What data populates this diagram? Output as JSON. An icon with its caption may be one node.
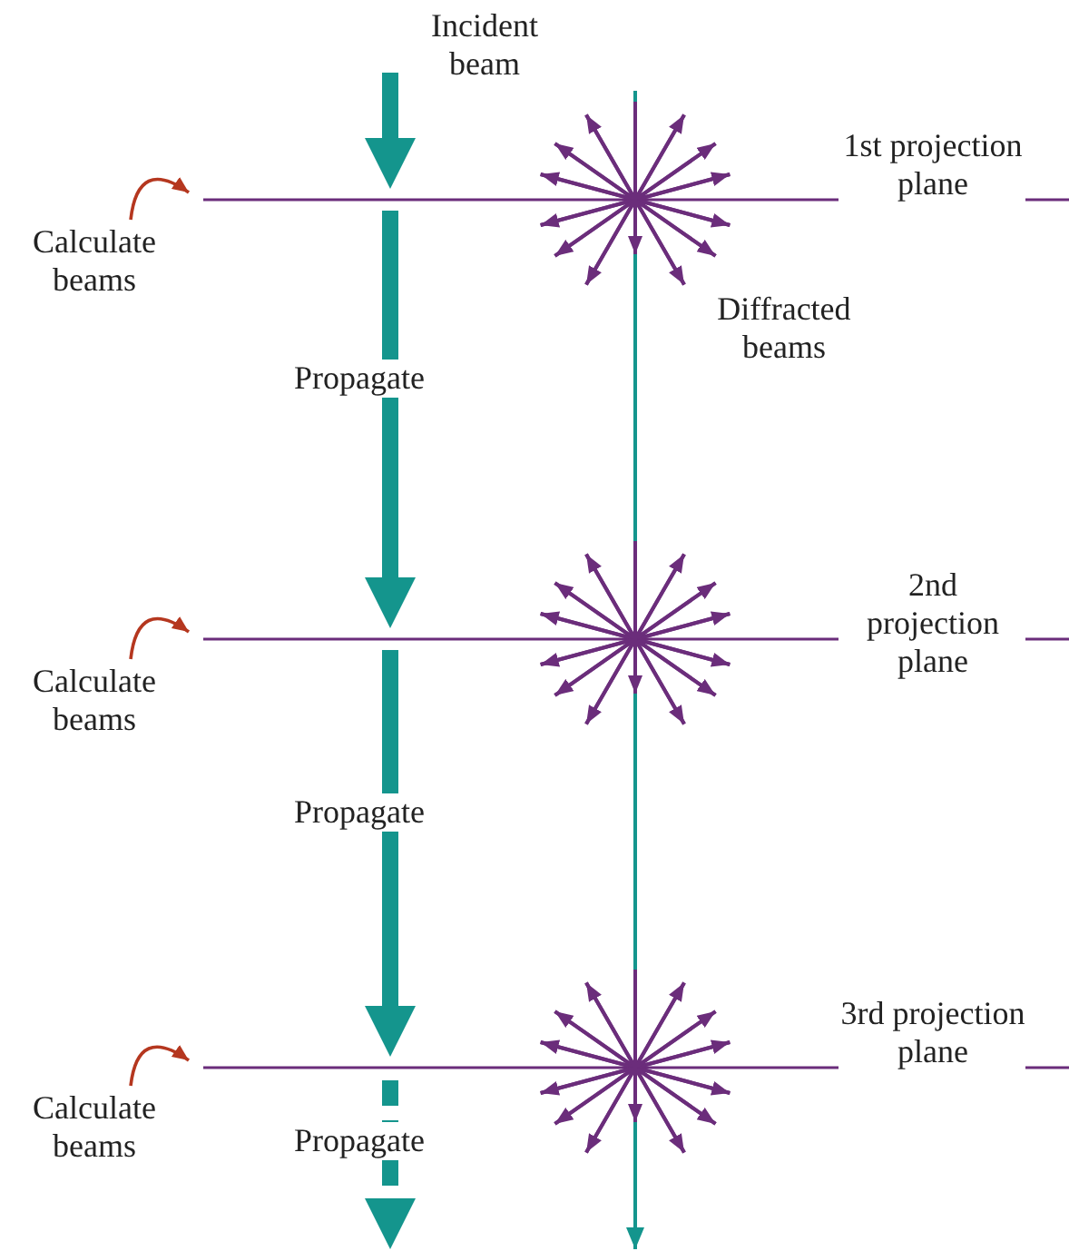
{
  "diagram": {
    "nodes": [
      {
        "text": [
          "Calculate beams"
        ]
      },
      {
        "text": [
          "Calculate beams"
        ]
      },
      {
        "text": [
          "Calculate beams"
        ]
      }
    ],
    "edges": [
      {
        "from": 0,
        "to": null,
        "arrow": "to",
        "color": "#b5371f"
      },
      {
        "from": 1,
        "to": null,
        "arrow": "to",
        "color": "#b5371f"
      },
      {
        "from": 2,
        "to": null,
        "arrow": "to",
        "color": "#b5371f"
      }
    ],
    "labels": [
      "Incident beam",
      "1st projection plane",
      "Diffracted beams",
      "Propagate",
      "2nd projection plane",
      "Propagate",
      "3rd projection plane",
      "Propagate"
    ]
  }
}
